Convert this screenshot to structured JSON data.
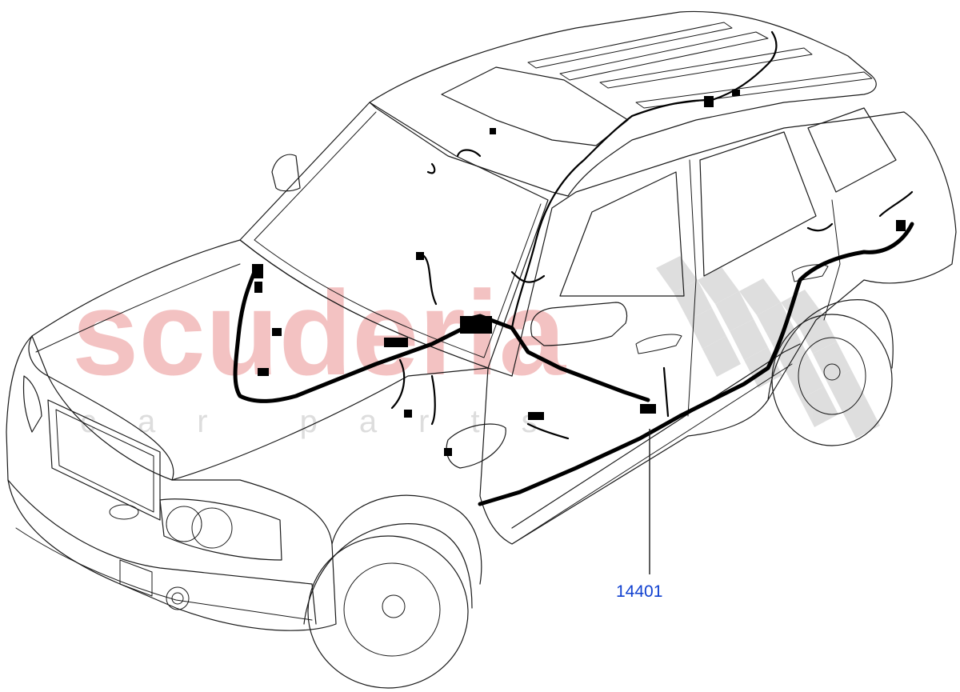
{
  "watermark": {
    "brand": "scuderia",
    "tagline": "car parts",
    "brand_color": "#f2b8b8",
    "tagline_color": "#dddddd",
    "flag_color": "#d9d9d9"
  },
  "callout": {
    "part_number": "14401",
    "color": "#1040d0"
  },
  "diagram": {
    "line_color": "#1a1a1a",
    "harness_color": "#000000"
  }
}
